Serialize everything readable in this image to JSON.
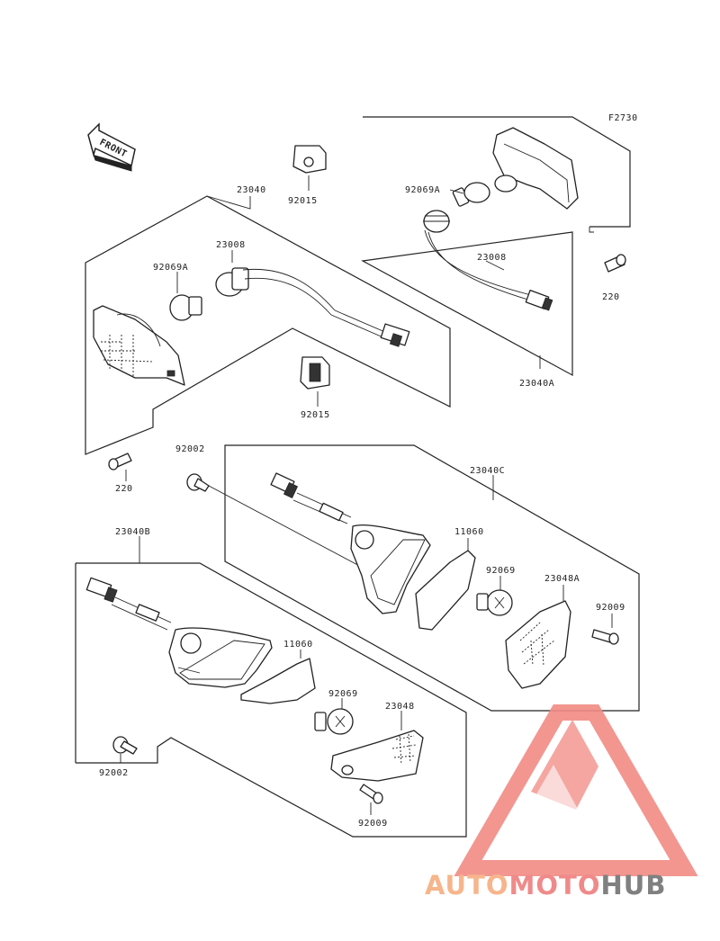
{
  "figure_code": "F2730",
  "front_label": "FRONT",
  "parts": {
    "p23040": "23040",
    "p23040A": "23040A",
    "p23040B": "23040B",
    "p23040C": "23040C",
    "p23008_left": "23008",
    "p23008_right": "23008",
    "p92069A_left": "92069A",
    "p92069A_right": "92069A",
    "p92015_top": "92015",
    "p92015_mid": "92015",
    "p220_left": "220",
    "p220_right": "220",
    "p92002_upper": "92002",
    "p92002_lower": "92002",
    "p11060_upper": "11060",
    "p11060_lower": "11060",
    "p92069_upper": "92069",
    "p92069_lower": "92069",
    "p23048A": "23048A",
    "p23048": "23048",
    "p92009_upper": "92009",
    "p92009_lower": "92009"
  },
  "watermark": {
    "text_a": "AUTO",
    "text_b": "MOTO",
    "text_c": "HUB",
    "color_a": "#f6b58c",
    "color_b": "#f08a8a",
    "color_c": "#808080",
    "logo_color": "#f28b85"
  }
}
